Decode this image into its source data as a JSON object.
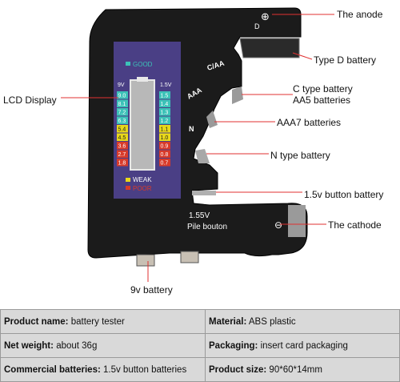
{
  "tester": {
    "good_label": "GOOD",
    "weak_label": "WEAK",
    "poor_label": "POOR",
    "scale_9v_header": "9V",
    "scale_15v_header": "1.5V",
    "scale_9v": [
      "9.0",
      "8.1",
      "7.2",
      "6.3",
      "5.4",
      "4.5",
      "3.6",
      "2.7",
      "1.8"
    ],
    "scale_15v": [
      "1.5",
      "1.4",
      "1.3",
      "1.2",
      "1.1",
      "1.0",
      "0.9",
      "0.8",
      "0.7"
    ],
    "slot_d": "D",
    "slot_caa": "C/AA",
    "slot_aaa": "AAA",
    "slot_n": "N",
    "button_voltage": "1.55V",
    "button_label": "Pile bouton",
    "plus_symbol": "⊕",
    "minus_symbol": "⊖"
  },
  "callouts": {
    "anode": "The anode",
    "type_d": "Type D battery",
    "c_type_line1": "C type battery",
    "c_type_line2": "AA5 batteries",
    "lcd": "LCD Display",
    "aaa7": "AAA7 batteries",
    "n_type": "N type battery",
    "button": "1.5v button battery",
    "cathode": "The cathode",
    "nine_v": "9v battery"
  },
  "specs": [
    {
      "k1": "Product name:",
      "v1": "battery tester",
      "k2": "Material:",
      "v2": "ABS plastic"
    },
    {
      "k1": "Net weight:",
      "v1": "about 36g",
      "k2": "Packaging:",
      "v2": "insert card packaging"
    },
    {
      "k1": "Commercial batteries:",
      "v1": "1.5v button batteries",
      "k2": "Product size:",
      "v2": "90*60*14mm"
    }
  ],
  "colors": {
    "body": "#1a1a1a",
    "lcd_bg": "#4a3f85",
    "green": "#3cc2b8",
    "yellow": "#e8d81a",
    "red": "#d83a2a",
    "callout_line": "#e03030"
  }
}
